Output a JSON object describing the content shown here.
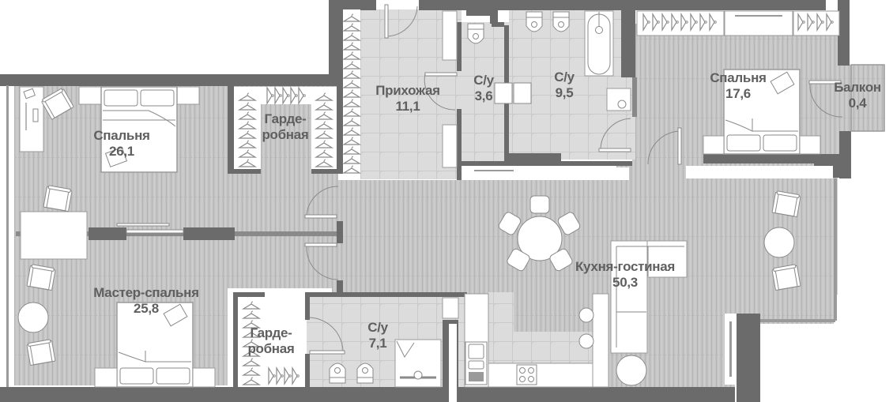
{
  "plan": {
    "colors": {
      "wall": "#6b6b6b",
      "floor_wood": "#c4c4c4",
      "floor_tile": "#dcdcdc",
      "furniture": "#ffffff",
      "text": "#5f5f5f",
      "outline": "#9a9a9a"
    },
    "rooms": [
      {
        "id": "bedroom-1",
        "name": "Спальня",
        "area": "26,1"
      },
      {
        "id": "wardrobe-1",
        "name": "Гарде-",
        "name2": "робная"
      },
      {
        "id": "hallway",
        "name": "Прихожая",
        "area": "11,1"
      },
      {
        "id": "bathroom-1",
        "name": "С/у",
        "area": "3,6"
      },
      {
        "id": "bathroom-2",
        "name": "С/у",
        "area": "9,5"
      },
      {
        "id": "bedroom-2",
        "name": "Спальня",
        "area": "17,6"
      },
      {
        "id": "balcony",
        "name": "Балкон",
        "area": "0,4"
      },
      {
        "id": "master-bedroom",
        "name": "Мастер-спальня",
        "area": "25,8"
      },
      {
        "id": "wardrobe-2",
        "name": "Гарде-",
        "name2": "робная"
      },
      {
        "id": "bathroom-3",
        "name": "С/у",
        "area": "7,1"
      },
      {
        "id": "kitchen-living",
        "name": "Кухня-гостиная",
        "area": "50,3"
      }
    ]
  }
}
